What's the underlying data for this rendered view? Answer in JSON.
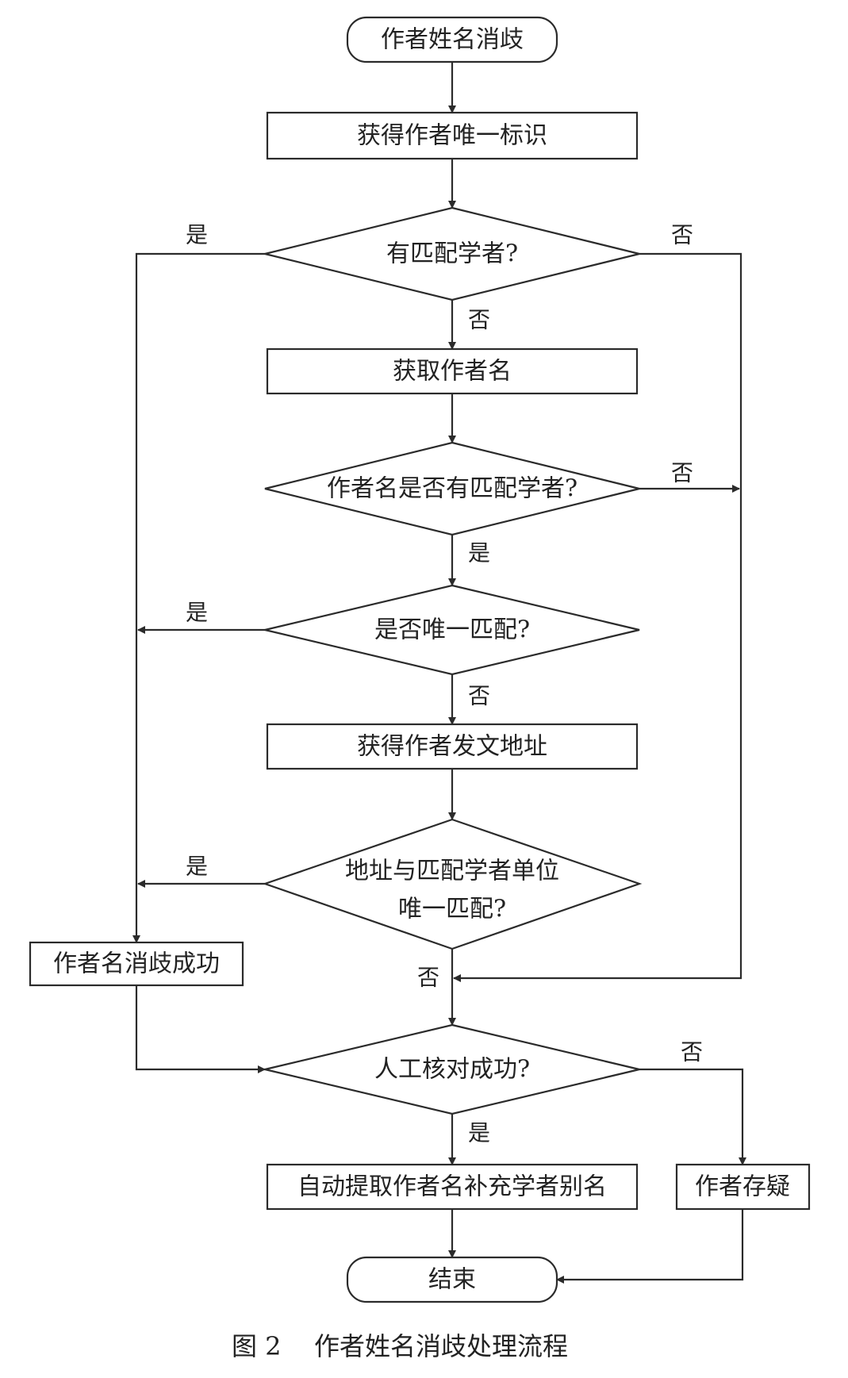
{
  "nodes": {
    "start": "作者姓名消歧",
    "get_id": "获得作者唯一标识",
    "has_match": "有匹配学者?",
    "get_name": "获取作者名",
    "name_match": "作者名是否有匹配学者?",
    "unique_match": "是否唯一匹配?",
    "get_address": "获得作者发文地址",
    "address_match_line1": "地址与匹配学者单位",
    "address_match_line2": "唯一匹配?",
    "success": "作者名消歧成功",
    "manual_check": "人工核对成功?",
    "auto_alias": "自动提取作者名补充学者别名",
    "doubt": "作者存疑",
    "end": "结束"
  },
  "edge_labels": {
    "yes": "是",
    "no": "否"
  },
  "caption": {
    "figure_number": "图 2",
    "title": "作者姓名消歧处理流程"
  }
}
